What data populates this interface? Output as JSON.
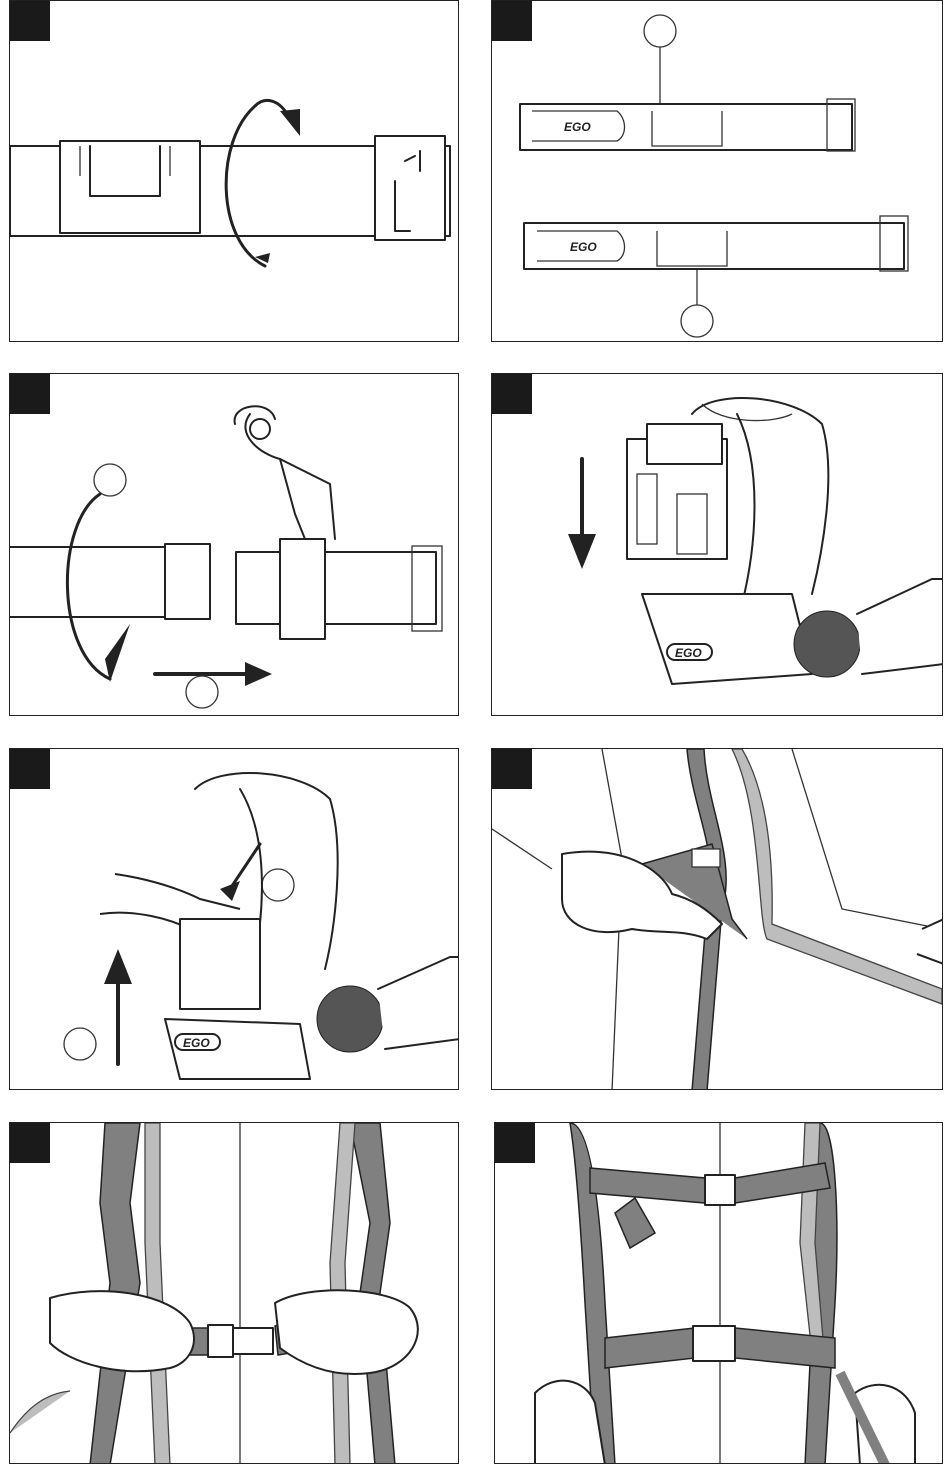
{
  "panels": [
    {
      "id": 1,
      "illustration": "tube-twist-lock",
      "callouts": []
    },
    {
      "id": 2,
      "illustration": "blower-tubes-ego",
      "callouts": [
        "",
        ""
      ],
      "logo_text": "EGO"
    },
    {
      "id": 3,
      "illustration": "tube-attach-handle",
      "callouts": [
        "",
        ""
      ]
    },
    {
      "id": 4,
      "illustration": "battery-insert-backpack",
      "callouts": [],
      "logo_text": "EGO"
    },
    {
      "id": 5,
      "illustration": "battery-release",
      "callouts": [
        "",
        ""
      ],
      "logo_text": "EGO"
    },
    {
      "id": 6,
      "illustration": "shoulder-strap-adjust",
      "callouts": []
    },
    {
      "id": 7,
      "illustration": "chest-strap-buckle",
      "callouts": []
    },
    {
      "id": 8,
      "illustration": "harness-fitted",
      "callouts": []
    }
  ],
  "colors": {
    "ink": "#222222",
    "strap": "#808080",
    "strap_light": "#bdbdbd",
    "marker": "#1a1a1a"
  }
}
